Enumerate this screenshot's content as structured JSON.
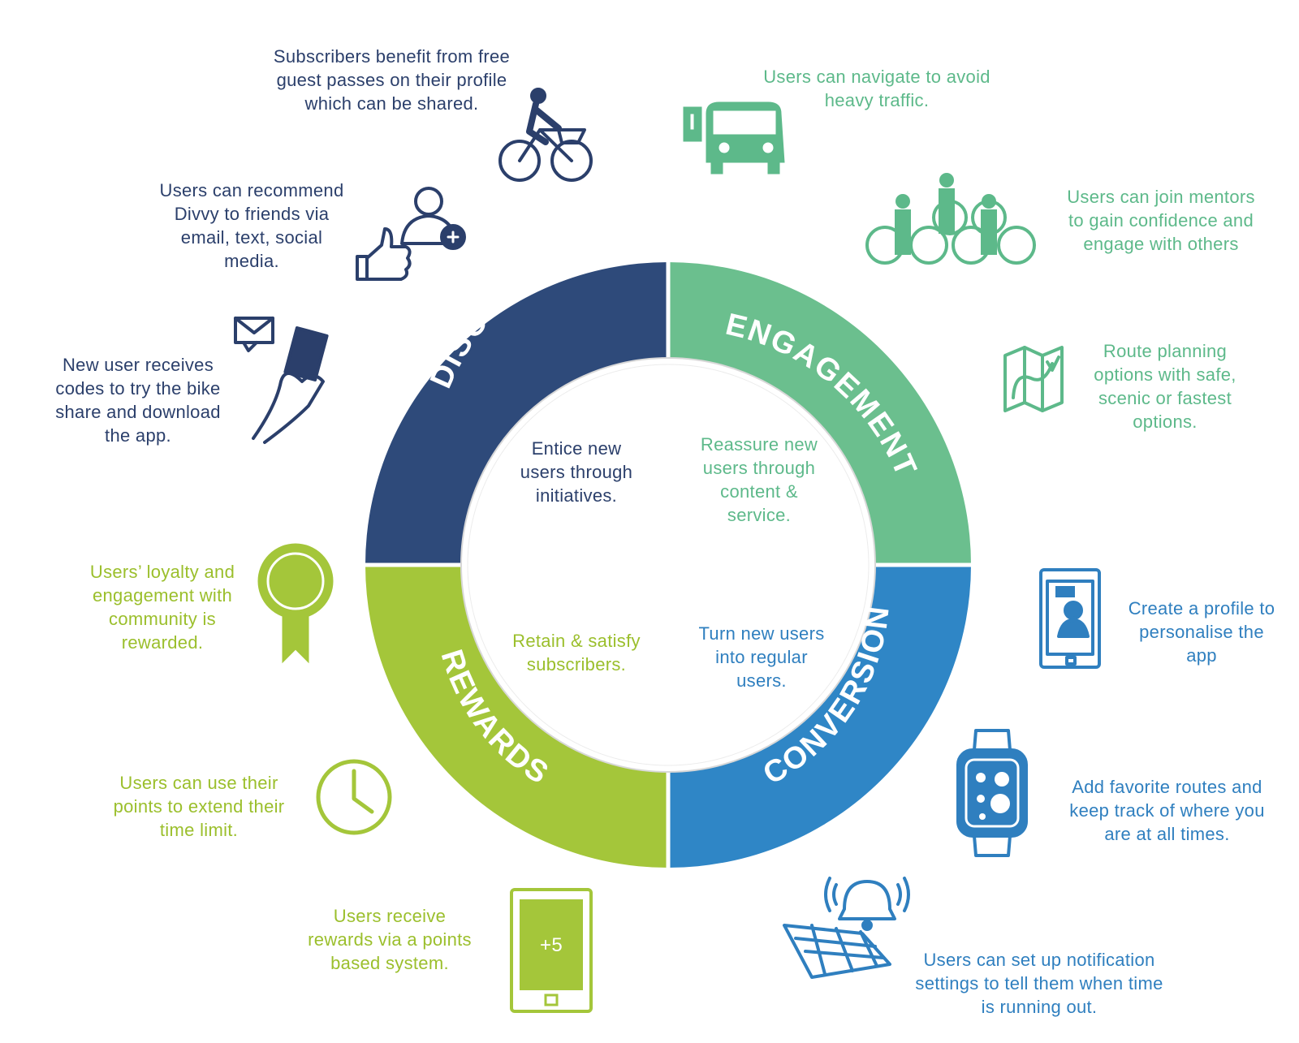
{
  "colors": {
    "discovery": "#2e4a7a",
    "engagement": "#6bbf8e",
    "conversion": "#2f86c6",
    "rewards": "#a4c63a"
  },
  "ring": {
    "discovery": "DISCOVERY",
    "engagement": "ENGAGEMENT",
    "conversion": "CONVERSION",
    "rewards": "REWARDS"
  },
  "inner": {
    "discovery": "Entice new\nusers through\ninitiatives.",
    "engagement": "Reassure new\nusers through\ncontent &\nservice.",
    "rewards": "Retain & satisfy\nsubscribers.",
    "conversion": "Turn new users\ninto regular\nusers."
  },
  "items": {
    "guest_passes": "Subscribers benefit from free\nguest passes on their profile\nwhich can be shared.",
    "recommend": "Users can recommend\nDivvy to friends via\nemail, text, social\nmedia.",
    "codes": "New user receives\ncodes to try the bike\nshare and download\nthe app.",
    "navigate": "Users can navigate to avoid\nheavy traffic.",
    "mentors": "Users can join mentors\nto gain confidence and\nengage with others",
    "route_planning": "Route planning\noptions with safe,\nscenic or fastest\noptions.",
    "profile": "Create a profile to\npersonalise the\napp",
    "favorites": "Add favorite routes and\nkeep track of where you\nare at all times.",
    "notifications": "Users can set up notification\nsettings to tell them when time\nis running out.",
    "loyalty": "Users’ loyalty and\nengagement with\ncommunity is\nrewarded.",
    "time_limit": "Users can  use their\npoints to extend their\ntime limit.",
    "points": "Users receive\nrewards via a points\nbased system.",
    "points_badge": "+5"
  },
  "icons": [
    "bicycle-rider-icon",
    "user-add-thumbs-up-icon",
    "phone-message-icon",
    "car-warning-icon",
    "group-cyclists-icon",
    "map-route-icon",
    "profile-phone-icon",
    "smartwatch-icon",
    "notification-bell-map-icon",
    "award-ribbon-icon",
    "clock-icon",
    "points-phone-icon"
  ]
}
